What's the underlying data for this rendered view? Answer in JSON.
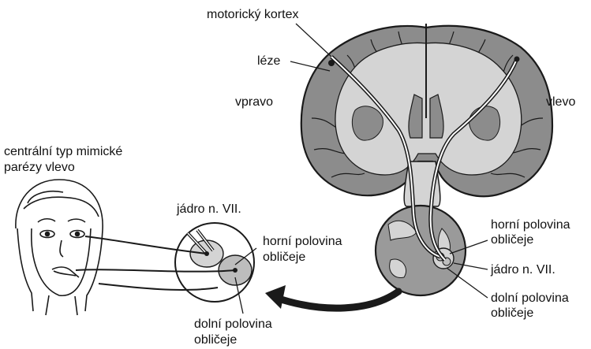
{
  "labels": {
    "motor_cortex": "motorický kortex",
    "lesion": "léze",
    "right": "vpravo",
    "left": "vlevo",
    "paresis_line1": "centrální typ mimické",
    "paresis_line2": "parézy vlevo",
    "nucleus_inset": "jádro n. VII.",
    "upper_half_inset_1": "horní polovina",
    "upper_half_inset_2": "obličeje",
    "lower_half_inset_1": "dolní polovina",
    "lower_half_inset_2": "obličeje",
    "upper_half_right_1": "horní polovina",
    "upper_half_right_2": "obličeje",
    "nucleus_right": "jádro n. VII.",
    "lower_half_right_1": "dolní polovina",
    "lower_half_right_2": "obličeje"
  },
  "colors": {
    "outline": "#1a1a1a",
    "gray_matter": "#8c8c8c",
    "white_matter": "#d4d4d4",
    "brainstem": "#9a9a9a",
    "nucleus_fill": "#bdbdbd"
  }
}
